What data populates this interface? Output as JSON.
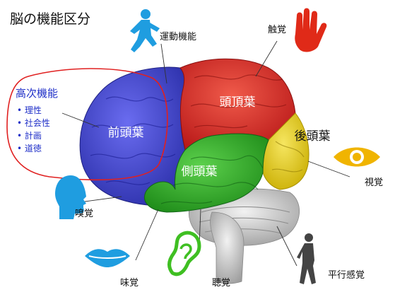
{
  "title": "脳の機能区分",
  "higher_functions": {
    "heading": "高次機能",
    "items": [
      "• 理性",
      "• 社会性",
      "• 計画",
      "• 道徳"
    ]
  },
  "lobes": {
    "frontal": "前頭葉",
    "parietal": "頭頂葉",
    "occipital": "後頭葉",
    "temporal": "側頭葉"
  },
  "functions": {
    "motor": "運動機能",
    "touch": "触覚",
    "vision": "視覚",
    "smell": "嗅覚",
    "taste": "味覚",
    "hearing": "聴覚",
    "balance": "平行感覚"
  },
  "colors": {
    "frontal": "#3a3fd0",
    "parietal": "#d82a2a",
    "occipital": "#e6cc10",
    "temporal": "#2faa25",
    "icon_blue": "#1f9de0",
    "icon_red": "#e02a18",
    "icon_yellow": "#f0b400",
    "icon_green": "#3fbf22",
    "highlight_ring": "#e02020",
    "heading_blue": "#1f2fc8"
  },
  "icons": {
    "motor": "running-person-icon",
    "touch": "hand-icon",
    "vision": "eye-icon",
    "smell": "head-profile-icon",
    "taste": "lips-icon",
    "hearing": "ear-icon",
    "balance": "walking-person-icon"
  }
}
